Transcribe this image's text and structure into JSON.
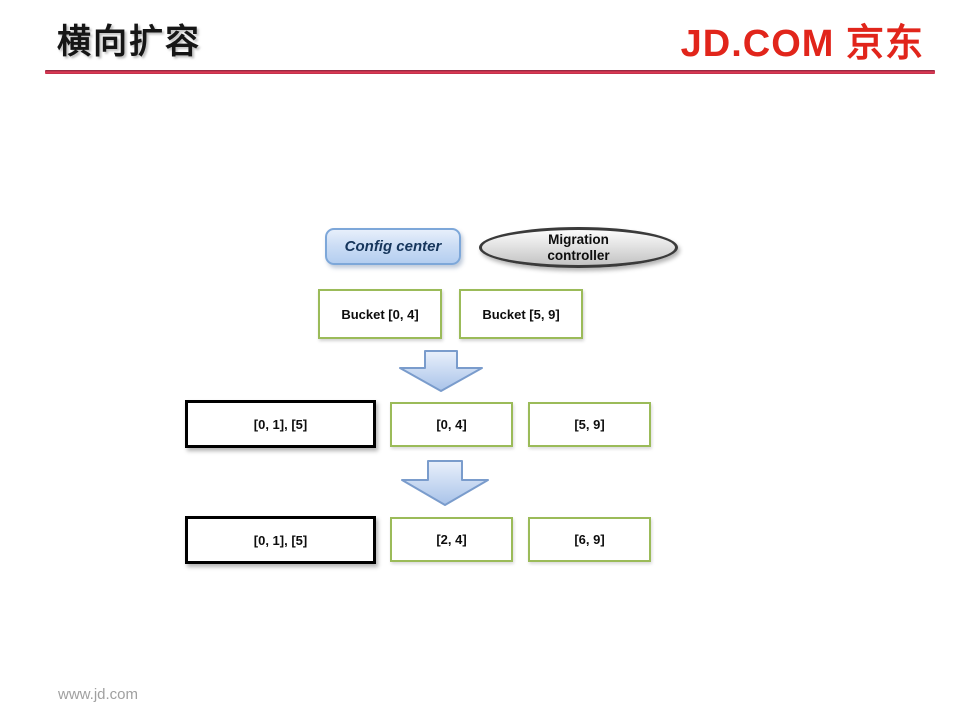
{
  "slide": {
    "title": "横向扩容",
    "logo": "JD.COM 京东",
    "footer": "www.jd.com"
  },
  "colors": {
    "brand_red": "#e1251b",
    "header_rule_red": "#e23a55",
    "green_node_border": "#9bbb59",
    "blue_shape_border": "#7da7d9",
    "blue_shape_fill": "#cddef5",
    "gray_ellipse_fill": "#e3e3e3",
    "legacy_box_border": "#000000"
  },
  "diagram": {
    "config_center_label": "Config center",
    "migration_controller_label": "Migration controller",
    "buckets": [
      "Bucket [0, 4]",
      "Bucket [5, 9]"
    ],
    "row1": {
      "legacy": "[0, 1], [5]",
      "nodes": [
        "[0, 4]",
        "[5, 9]"
      ]
    },
    "row2": {
      "legacy": "[0, 1], [5]",
      "nodes": [
        "[2, 4]",
        "[6, 9]"
      ]
    }
  }
}
